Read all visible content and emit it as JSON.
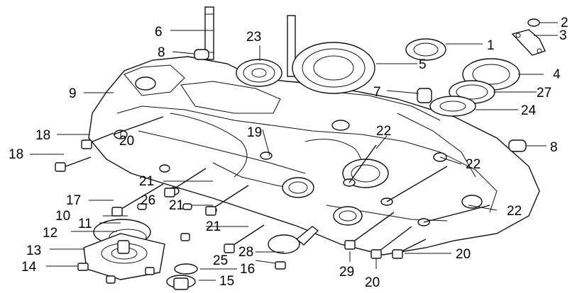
{
  "callouts": {
    "c1": "1",
    "c2": "2",
    "c3": "3",
    "c4": "4",
    "c5": "5",
    "c6": "6",
    "c7": "7",
    "c8a": "8",
    "c8b": "8",
    "c9": "9",
    "c10": "10",
    "c11": "11",
    "c12": "12",
    "c13": "13",
    "c14": "14",
    "c15": "15",
    "c16": "16",
    "c17": "17",
    "c18a": "18",
    "c18b": "18",
    "c19": "19",
    "c20a": "20",
    "c20b": "20",
    "c20c": "20",
    "c21a": "21",
    "c21b": "21",
    "c21c": "21",
    "c22a": "22",
    "c22b": "22",
    "c22c": "22",
    "c23": "23",
    "c24": "24",
    "c25": "25",
    "c26": "26",
    "c27": "27",
    "c28": "28",
    "c29": "29"
  },
  "colors": {
    "line": "#111111",
    "background": "#ffffff",
    "text": "#000000"
  }
}
